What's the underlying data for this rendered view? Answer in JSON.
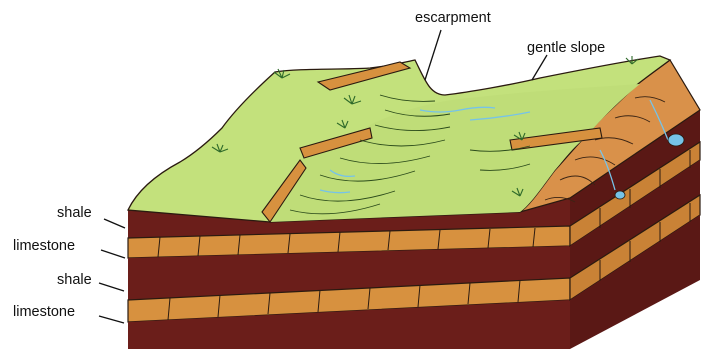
{
  "labels": {
    "escarpment": "escarpment",
    "gentle_slope": "gentle slope",
    "shale_upper": "shale",
    "limestone_upper": "limestone",
    "shale_lower": "shale",
    "limestone_lower": "limestone"
  },
  "colors": {
    "vegetation": "#c3e17c",
    "shale": "#6b1e1a",
    "limestone": "#d7913f",
    "exposed_slope": "#d9914a",
    "water": "#76c3e8",
    "outline": "#2a1a10",
    "grass_tuft": "#2f6a2a"
  }
}
